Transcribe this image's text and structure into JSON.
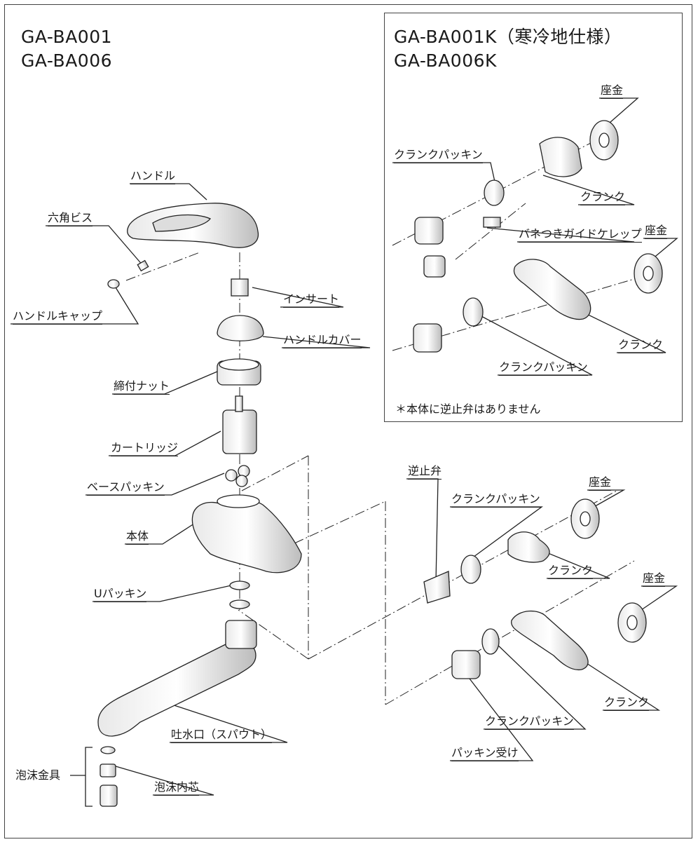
{
  "models_main": [
    "GA-BA001",
    "GA-BA006"
  ],
  "models_inset": [
    "GA-BA001K（寒冷地仕様）",
    "GA-BA006K"
  ],
  "inset_note": "＊本体に逆止弁はありません",
  "labels": {
    "handle": "ハンドル",
    "hex_screw": "六角ビス",
    "handle_cap": "ハンドルキャップ",
    "insert": "インサート",
    "handle_cover": "ハンドルカバー",
    "tightening_nut": "締付ナット",
    "cartridge": "カートリッジ",
    "base_packing": "ベースパッキン",
    "body": "本体",
    "u_packing": "Uパッキン",
    "spout": "吐水口（スパウト）",
    "aerator_set": "泡沫金具",
    "aerator_core": "泡沫内芯",
    "check_valve": "逆止弁",
    "crank_packing": "クランクパッキン",
    "washer": "座金",
    "crank": "クランク",
    "packing_seat": "パッキン受け",
    "spring_guide_cap": "バネつきガイドケレップ"
  },
  "colors": {
    "line": "#222222",
    "fill": "#ffffff",
    "shade": "#cfcfcf",
    "dark": "#555555"
  }
}
